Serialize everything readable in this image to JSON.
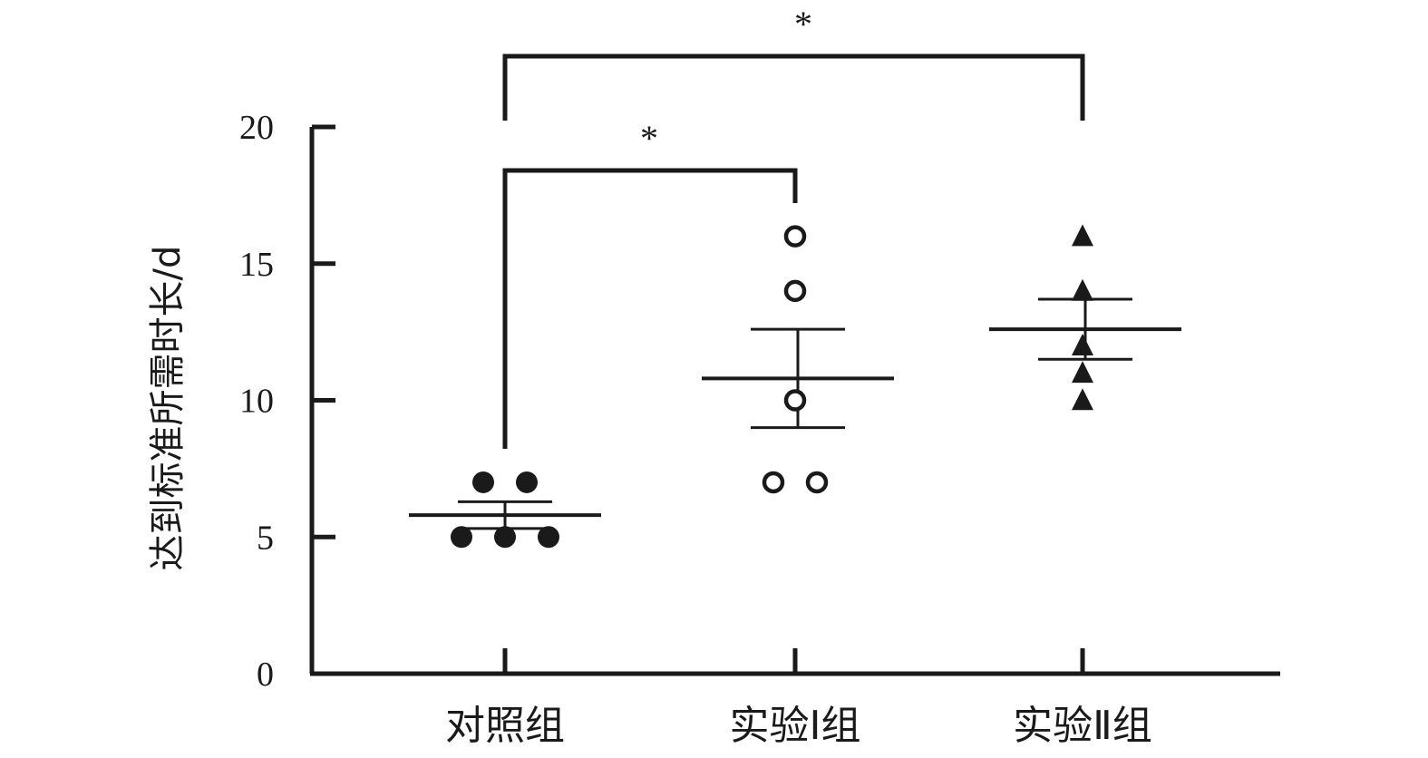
{
  "chart_data": {
    "type": "scatter",
    "ylabel": "达到标准所需时长/d",
    "ylim": [
      0,
      20
    ],
    "yticks": [
      0,
      5,
      10,
      15,
      20
    ],
    "categories": [
      "对照组",
      "实验Ⅰ组",
      "实验Ⅱ组"
    ],
    "series": [
      {
        "category": "对照组",
        "marker": "filled-circle",
        "points": [
          {
            "offset": -1,
            "value": 7
          },
          {
            "offset": 1,
            "value": 7
          },
          {
            "offset": -2,
            "value": 5
          },
          {
            "offset": 0,
            "value": 5
          },
          {
            "offset": 2,
            "value": 5
          }
        ],
        "mean": 5.8,
        "sem": 0.49
      },
      {
        "category": "实验Ⅰ组",
        "marker": "open-circle",
        "points": [
          {
            "offset": 0,
            "value": 16
          },
          {
            "offset": 0,
            "value": 14
          },
          {
            "offset": 0,
            "value": 10
          },
          {
            "offset": -1,
            "value": 7
          },
          {
            "offset": 1,
            "value": 7
          }
        ],
        "mean": 10.8,
        "sem": 1.8
      },
      {
        "category": "实验Ⅱ组",
        "marker": "filled-triangle",
        "points": [
          {
            "offset": 0,
            "value": 16
          },
          {
            "offset": 0,
            "value": 14
          },
          {
            "offset": 0,
            "value": 12
          },
          {
            "offset": 0,
            "value": 11
          },
          {
            "offset": 0,
            "value": 10
          }
        ],
        "mean": 12.6,
        "sem": 1.1
      }
    ],
    "significance": [
      {
        "from": 0,
        "to": 1,
        "label": "*"
      },
      {
        "from": 0,
        "to": 2,
        "label": "*"
      }
    ],
    "colors": {
      "ink": "#1a1a1a",
      "background": "#ffffff"
    }
  }
}
